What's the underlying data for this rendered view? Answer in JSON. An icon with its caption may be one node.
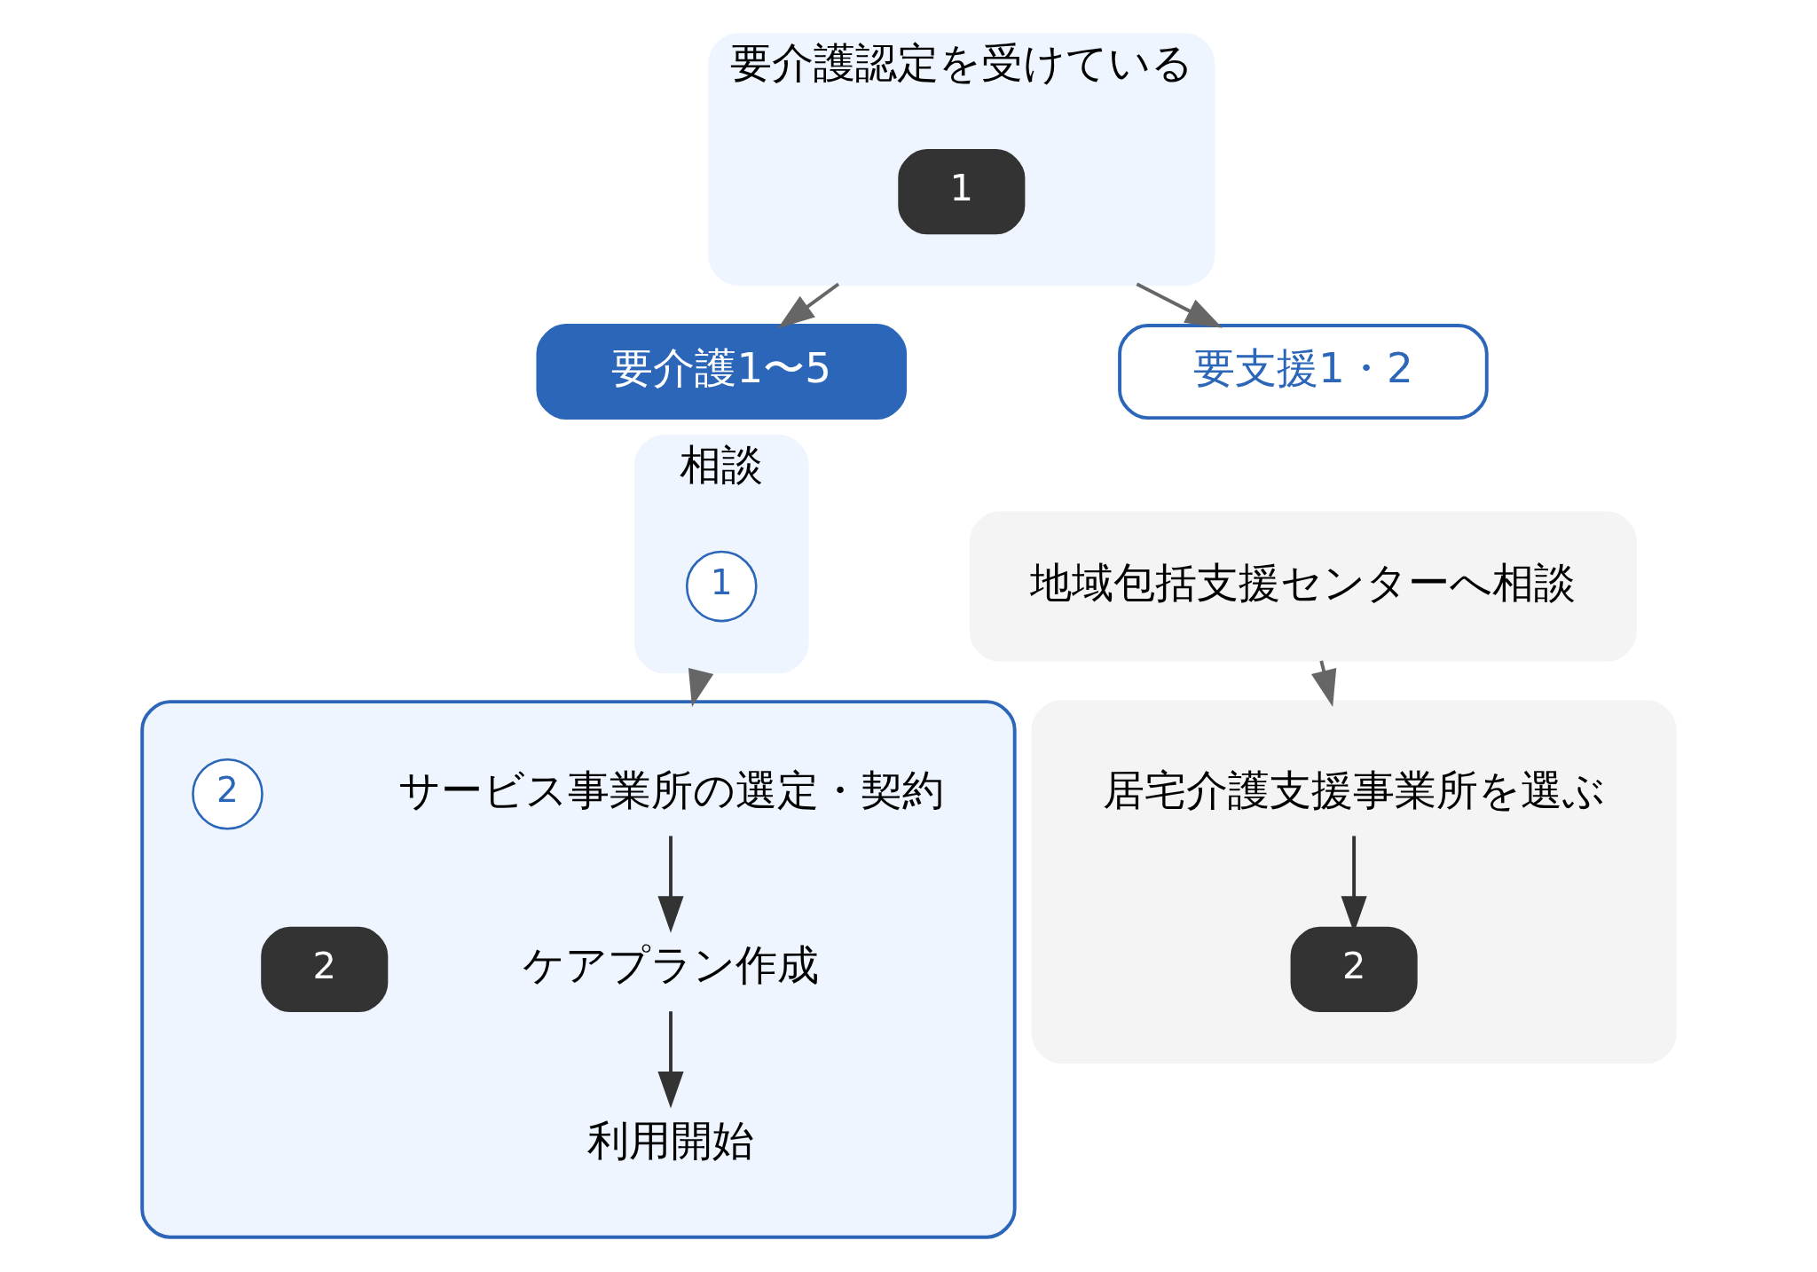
{
  "diagram": {
    "nodes": [
      {
        "text": [
          "要介護認定を受けている"
        ]
      },
      {
        "text": [
          "1"
        ],
        "in": 0
      },
      {
        "text": [
          "要介護1〜5"
        ]
      },
      {
        "text": [
          "相談"
        ]
      },
      {
        "text": [
          "1"
        ],
        "in": 3
      },
      {
        "text": [
          "要支援1・2"
        ]
      },
      {
        "text": [
          "地域包括支援センターへ相談"
        ]
      },
      {
        "text": [],
        "shape": "box"
      },
      {
        "text": [
          "2"
        ],
        "in": 7
      },
      {
        "text": [
          "2"
        ],
        "in": 7
      },
      {
        "text": [
          "サービス事業所の選定・契約"
        ],
        "in": 7
      },
      {
        "text": [
          "ケアプラン作成"
        ],
        "in": 7
      },
      {
        "text": [
          "利用開始"
        ],
        "in": 7
      },
      {
        "text": [],
        "shape": "box"
      },
      {
        "text": [
          "居宅介護支援事業所を選ぶ"
        ],
        "in": 13
      },
      {
        "text": [
          "2"
        ],
        "in": 13
      }
    ],
    "edges": [
      {
        "from": 0,
        "to": 2,
        "arrow": "to"
      },
      {
        "from": 0,
        "to": 5,
        "arrow": "to"
      },
      {
        "from": 3,
        "to": 7,
        "arrow": "to"
      },
      {
        "from": 6,
        "to": 13,
        "arrow": "to"
      },
      {
        "from": 10,
        "to": 11,
        "arrow": "to",
        "color": "#333333"
      },
      {
        "from": 11,
        "to": 12,
        "arrow": "to",
        "color": "#333333"
      },
      {
        "from": 14,
        "to": 15,
        "arrow": "to",
        "color": "#333333"
      }
    ]
  }
}
